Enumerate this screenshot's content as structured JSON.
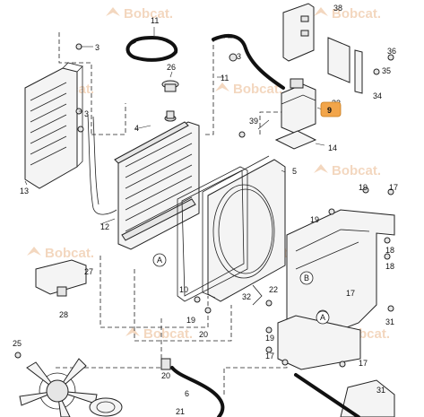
{
  "watermark": {
    "text": "Bobcat."
  },
  "colors": {
    "highlight": "#f2a54a",
    "ink": "#111111",
    "watermark": "#f3d7bf"
  },
  "callouts": {
    "c3a": "3",
    "c3b": "3",
    "c3c": "3",
    "c11a": "11",
    "c11b": "11",
    "c26": "26",
    "c4": "4",
    "c13": "13",
    "c12": "12",
    "c38": "38",
    "c9": "9",
    "c33": "33",
    "c34": "34",
    "c35": "35",
    "c36": "36",
    "c39": "39",
    "c14": "14",
    "c5": "5",
    "c19a": "19",
    "c19b": "19",
    "c19c": "19",
    "c19d": "19",
    "c17a": "17",
    "c17b": "17",
    "c17c": "17",
    "c18a": "18",
    "c18b": "18",
    "c20a": "20",
    "c20b": "20",
    "c10": "10",
    "c32": "32",
    "c22": "22",
    "c28": "28",
    "c27": "27",
    "c31a": "31",
    "c31b": "31",
    "c25": "25",
    "c6": "6",
    "c21": "21",
    "refA1": "A",
    "refA2": "A",
    "refB": "B"
  }
}
